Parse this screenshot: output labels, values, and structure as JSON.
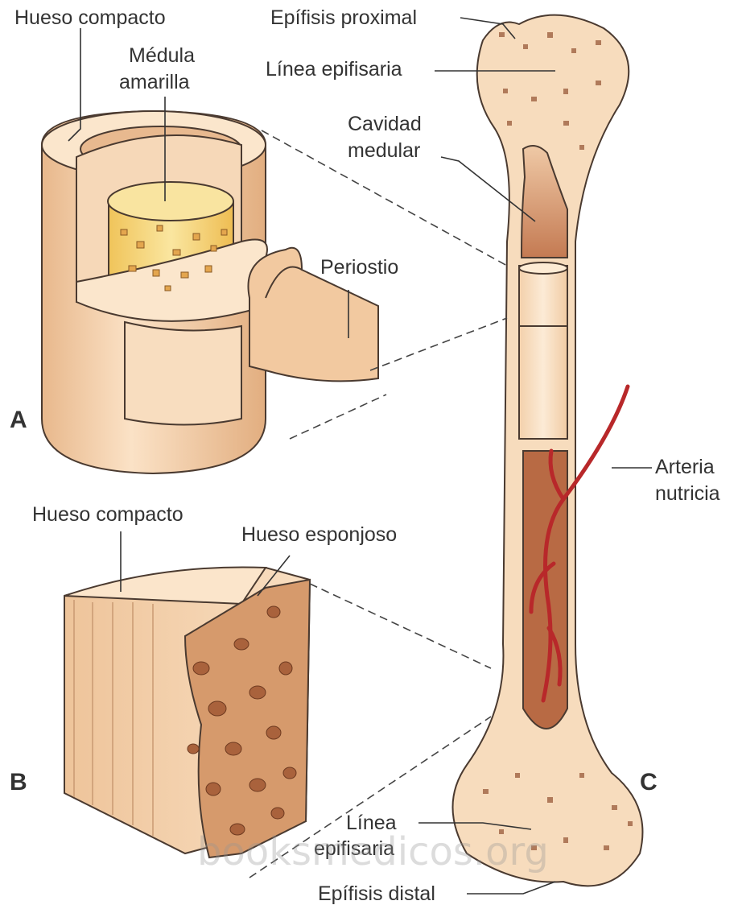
{
  "labels": {
    "hueso_compacto_a": "Hueso compacto",
    "medula_amarilla_1": "Médula",
    "medula_amarilla_2": "amarilla",
    "periostio": "Periostio",
    "hueso_compacto_b": "Hueso compacto",
    "hueso_esponjoso": "Hueso esponjoso",
    "epifisis_proximal": "Epífisis proximal",
    "linea_epifisaria_top": "Línea epifisaria",
    "cavidad_medular_1": "Cavidad",
    "cavidad_medular_2": "medular",
    "arteria_nutricia_1": "Arteria",
    "arteria_nutricia_2": "nutricia",
    "linea_epifisaria_bottom_1": "Línea",
    "linea_epifisaria_bottom_2": "epifisaria",
    "epifisis_distal": "Epífisis distal"
  },
  "panels": {
    "a": "A",
    "b": "B",
    "c": "C"
  },
  "watermark": "booksmedicos.org",
  "colors": {
    "bone": "#f7dcbd",
    "bone_shade": "#e3b58c",
    "outline": "#4a3a30",
    "marrow_yellow": "#f2d068",
    "spongy": "#c98a5c",
    "medullary": "#b0603a",
    "artery": "#b8282a"
  }
}
